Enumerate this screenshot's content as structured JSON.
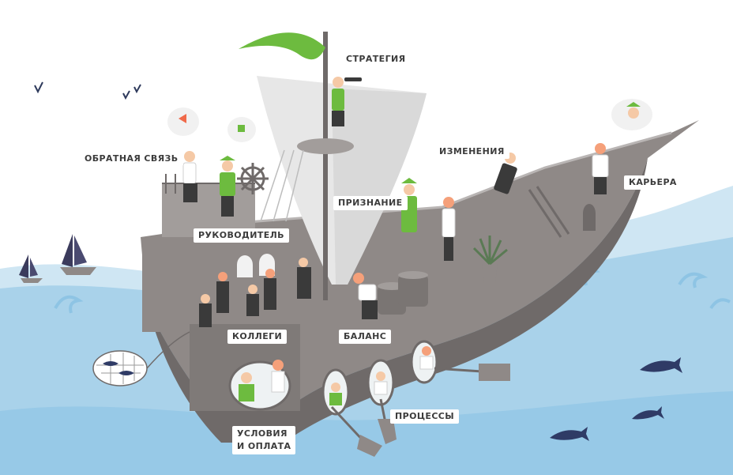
{
  "labels": {
    "strategy": "СТРАТЕГИЯ",
    "feedback": "ОБРАТНАЯ СВЯЗЬ",
    "changes": "ИЗМЕНЕНИЯ",
    "career": "КАРЬЕРА",
    "recognition": "ПРИЗНАНИЕ",
    "manager": "РУКОВОДИТЕЛЬ",
    "colleagues": "КОЛЛЕГИ",
    "balance": "БАЛАНС",
    "processes": "ПРОЦЕССЫ",
    "conditions_line1": "УСЛОВИЯ",
    "conditions_line2": "И ОПЛАТА"
  },
  "colors": {
    "sea_light": "#cfe6f3",
    "sea": "#a9d2ea",
    "sea_deep": "#8ec4e4",
    "hull": "#8f8987",
    "hull_dark": "#6f6a69",
    "sail": "#e7e7e7",
    "accent_green": "#6dbb3f",
    "fish": "#2f3b66",
    "boat_sail": "#3b3b5c"
  },
  "icons": [
    "seagull-icon",
    "flag-icon",
    "telescope-icon",
    "helm-wheel-icon",
    "fish-icon",
    "net-icon",
    "oar-icon",
    "plant-icon",
    "barrel-icon",
    "sailboat-icon",
    "speech-bubble-icon"
  ]
}
